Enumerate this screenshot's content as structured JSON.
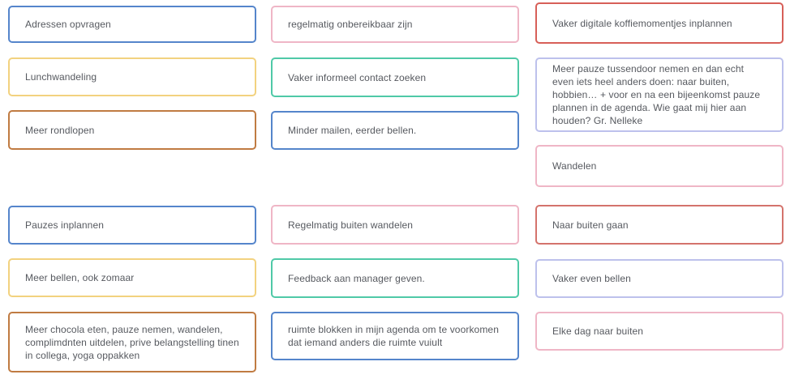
{
  "palette": {
    "blue": "#5585CB",
    "yellow": "#F2D27F",
    "orange": "#C07B42",
    "pink": "#EFB6C6",
    "teal": "#4FC9A7",
    "red": "#D75F58",
    "soft_red": "#D4736C",
    "lavender": "#BDC1EC",
    "text": "#56595F",
    "background": "#FFFFFF"
  },
  "board": {
    "columns": [
      {
        "cards": [
          {
            "text": "Adressen opvragen",
            "color": "blue"
          },
          {
            "text": "Lunchwandeling",
            "color": "yellow"
          },
          {
            "text": "Meer rondlopen",
            "color": "orange"
          },
          {
            "text": "Pauzes inplannen",
            "color": "blue"
          },
          {
            "text": "Meer bellen, ook zomaar",
            "color": "yellow"
          },
          {
            "text": "Meer chocola eten, pauze nemen, wandelen, complimdnten uitdelen, prive belangstelling tinen in collega, yoga oppakken",
            "color": "orange"
          }
        ]
      },
      {
        "cards": [
          {
            "text": "regelmatig onbereikbaar zijn",
            "color": "pink"
          },
          {
            "text": "Vaker informeel contact zoeken",
            "color": "teal"
          },
          {
            "text": "Minder mailen, eerder bellen.",
            "color": "blue"
          },
          {
            "text": "Regelmatig buiten wandelen",
            "color": "pink"
          },
          {
            "text": "Feedback aan manager geven.",
            "color": "teal"
          },
          {
            "text": "ruimte blokken in mijn agenda om te voorkomen dat iemand anders die ruimte vuiult",
            "color": "blue"
          }
        ]
      },
      {
        "cards": [
          {
            "text": "Vaker digitale koffiemomentjes inplannen",
            "color": "red"
          },
          {
            "text": "Meer pauze tussendoor nemen en dan echt even iets heel anders doen: naar buiten, hobbien… + voor en na een bijeenkomst pauze plannen in de agenda. Wie gaat mij hier aan houden? Gr. Nelleke",
            "color": "lavender"
          },
          {
            "text": "Wandelen",
            "color": "pink"
          },
          {
            "text": "Naar buiten gaan",
            "color": "soft_red"
          },
          {
            "text": "Vaker even bellen",
            "color": "lavender"
          },
          {
            "text": "Elke dag naar buiten",
            "color": "pink"
          }
        ]
      }
    ]
  }
}
